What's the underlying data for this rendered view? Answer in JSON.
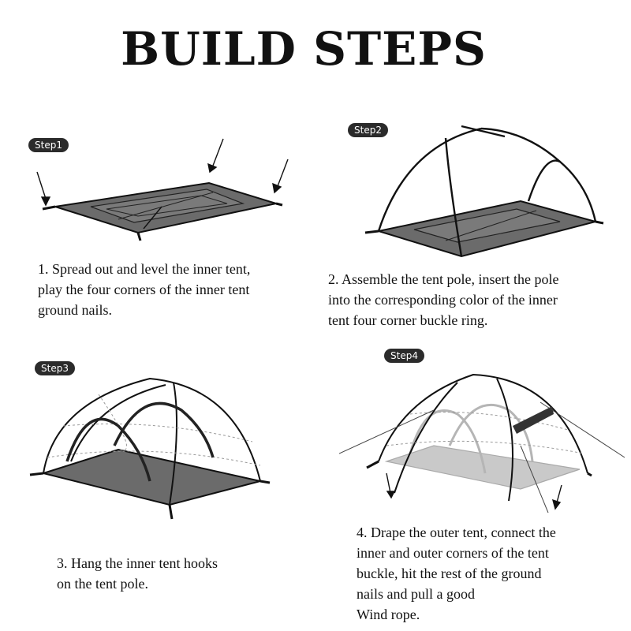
{
  "title": "BUILD STEPS",
  "steps": [
    {
      "badge": "Step1",
      "icon": "tent-footprint-illustration",
      "lines": [
        "1. Spread out and level the inner tent,",
        "play the four corners of the inner tent",
        "ground nails."
      ]
    },
    {
      "badge": "Step2",
      "icon": "tent-pole-frame-illustration",
      "lines": [
        "2. Assemble the tent pole, insert the pole",
        "into the corresponding color of the inner",
        "tent four corner buckle ring."
      ]
    },
    {
      "badge": "Step3",
      "icon": "inner-tent-hooks-illustration",
      "lines": [
        "3. Hang the inner tent hooks",
        "on the tent pole."
      ]
    },
    {
      "badge": "Step4",
      "icon": "outer-tent-rainfly-illustration",
      "lines": [
        "4. Drape the outer tent, connect the",
        "inner and outer corners of the tent",
        "buckle, hit the rest of the ground",
        "nails and pull a good",
        "Wind rope."
      ]
    }
  ]
}
